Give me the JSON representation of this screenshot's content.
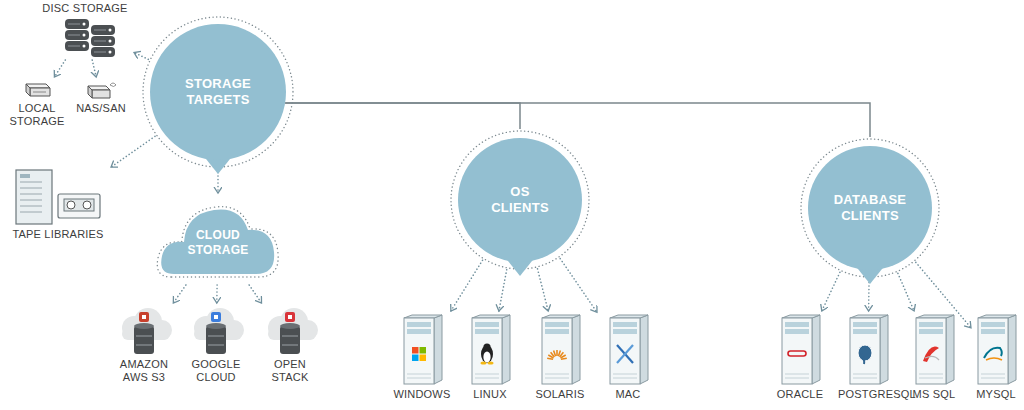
{
  "diagram": {
    "nodes": [
      {
        "text": [
          "DISC STORAGE"
        ]
      },
      {
        "text": [
          "STORAGE TARGETS"
        ]
      },
      {
        "text": [
          "LOCAL STORAGE"
        ]
      },
      {
        "text": [
          "NAS/SAN"
        ]
      },
      {
        "text": [
          "TAPE LIBRARIES"
        ]
      },
      {
        "text": [
          "CLOUD STORAGE"
        ]
      },
      {
        "text": [
          "OS CLIENTS"
        ]
      },
      {
        "text": [
          "DATABASE CLIENTS"
        ]
      },
      {
        "text": [
          "AMAZON AWS S3"
        ]
      },
      {
        "text": [
          "GOOGLE CLOUD"
        ]
      },
      {
        "text": [
          "OPEN STACK"
        ]
      },
      {
        "text": [
          "WINDOWS"
        ]
      },
      {
        "text": [
          "LINUX"
        ]
      },
      {
        "text": [
          "SOLARIS"
        ]
      },
      {
        "text": [
          "MAC"
        ]
      },
      {
        "text": [
          "ORACLE"
        ]
      },
      {
        "text": [
          "POSTGRESQL"
        ]
      },
      {
        "text": [
          "MS SQL"
        ]
      },
      {
        "text": [
          "MYSQL"
        ]
      }
    ],
    "edges": [
      {
        "from": 1,
        "to": 0,
        "arrow": "to"
      },
      {
        "from": 0,
        "to": 2,
        "arrow": "to"
      },
      {
        "from": 0,
        "to": 3,
        "arrow": "to"
      },
      {
        "from": 1,
        "to": 4,
        "arrow": "to"
      },
      {
        "from": 1,
        "to": 5,
        "arrow": "to"
      },
      {
        "from": 1,
        "to": 6,
        "arrow": "none"
      },
      {
        "from": 1,
        "to": 7,
        "arrow": "none"
      },
      {
        "from": 5,
        "to": 8,
        "arrow": "to"
      },
      {
        "from": 5,
        "to": 9,
        "arrow": "to"
      },
      {
        "from": 5,
        "to": 10,
        "arrow": "to"
      },
      {
        "from": 6,
        "to": 11,
        "arrow": "to"
      },
      {
        "from": 6,
        "to": 12,
        "arrow": "to"
      },
      {
        "from": 6,
        "to": 13,
        "arrow": "to"
      },
      {
        "from": 6,
        "to": 14,
        "arrow": "to"
      },
      {
        "from": 7,
        "to": 15,
        "arrow": "to"
      },
      {
        "from": 7,
        "to": 16,
        "arrow": "to"
      },
      {
        "from": 7,
        "to": 17,
        "arrow": "to"
      },
      {
        "from": 7,
        "to": 18,
        "arrow": "to"
      }
    ]
  }
}
